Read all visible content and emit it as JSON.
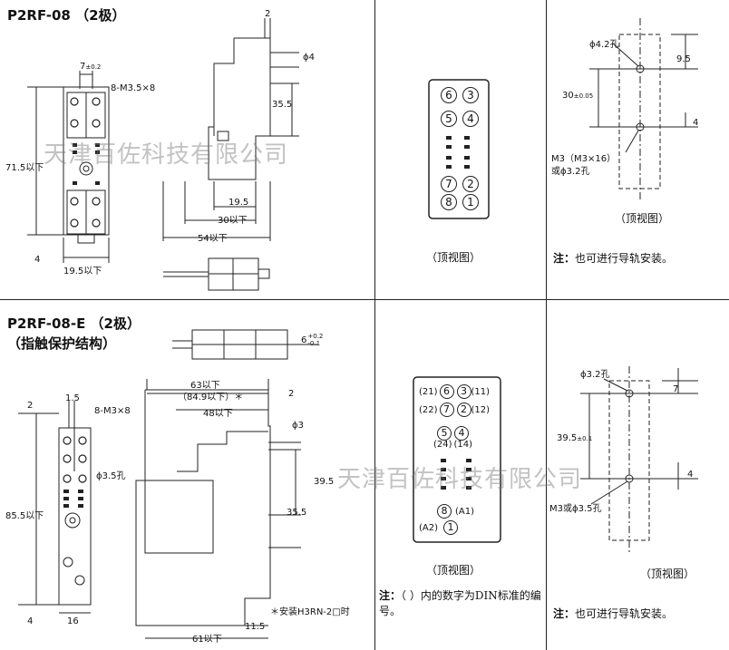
{
  "top": {
    "title": "P2RF-08 （2极）",
    "dims": {
      "pitch": "7",
      "pitch_tol": "±0.2",
      "screws": "8-M3.5×8",
      "height": "71.5以下",
      "bottom_offset": "4",
      "width": "19.5以下",
      "top_gap": "2",
      "hole_dia": "ϕ4",
      "mid": "35.5",
      "d1": "19.5",
      "d2": "30以下",
      "d3": "54以下"
    },
    "terminal_view": {
      "pins": [
        "6",
        "3",
        "5",
        "4",
        "7",
        "2",
        "8",
        "1"
      ],
      "caption": "（顶视图）"
    },
    "mount_view": {
      "hole": "ϕ4.2孔",
      "top": "9.5",
      "pitch": "30",
      "pitch_tol": "±0.05",
      "bottom": "4",
      "screw": "M3（M3×16）",
      "alt": "或ϕ3.2孔",
      "caption": "（顶视图）",
      "note_label": "注：",
      "note_text": "也可进行导轨安装。"
    }
  },
  "bottom": {
    "title": "P2RF-08-E （2极）",
    "subtitle": "（指触保护结构）",
    "side_dim": "6",
    "side_tol_plus": "+0.2",
    "side_tol_minus": "-0.1",
    "dims": {
      "top_gap": "2",
      "pitch": "1.5",
      "screws": "8-M3×8",
      "hole": "ϕ3.5孔",
      "height": "85.5以下",
      "bottom_offset": "4",
      "width": "16",
      "overall": "63以下",
      "overall_alt": "（84.9以下）＊",
      "right_gap": "2",
      "w48": "48以下",
      "hole_dia": "ϕ3",
      "h39": "39.5",
      "h35": "35.5",
      "footnote": "＊安装H3RN-2□时",
      "d11": "11.5",
      "d61": "61以下"
    },
    "terminal_view": {
      "pins": [
        "6",
        "3",
        "7",
        "2",
        "5",
        "4",
        "8",
        "1"
      ],
      "din": [
        "(21)",
        "(11)",
        "(22)",
        "(12)",
        "(24)",
        "(14)",
        "(A1)",
        "(A2)"
      ],
      "caption": "（顶视图）",
      "note_label": "注：",
      "note_text": "（ ）内的数字为DIN标准的编号。"
    },
    "mount_view": {
      "hole": "ϕ3.2孔",
      "top": "7",
      "pitch": "39.5",
      "pitch_tol": "±0.1",
      "bottom": "4",
      "screw": "M3或ϕ3.5孔",
      "caption": "（顶视图）",
      "note_label": "注：",
      "note_text": "也可进行导轨安装。"
    }
  },
  "watermarks": [
    "天津百佐科技有限公司",
    "天津百佐科技有限公司"
  ]
}
